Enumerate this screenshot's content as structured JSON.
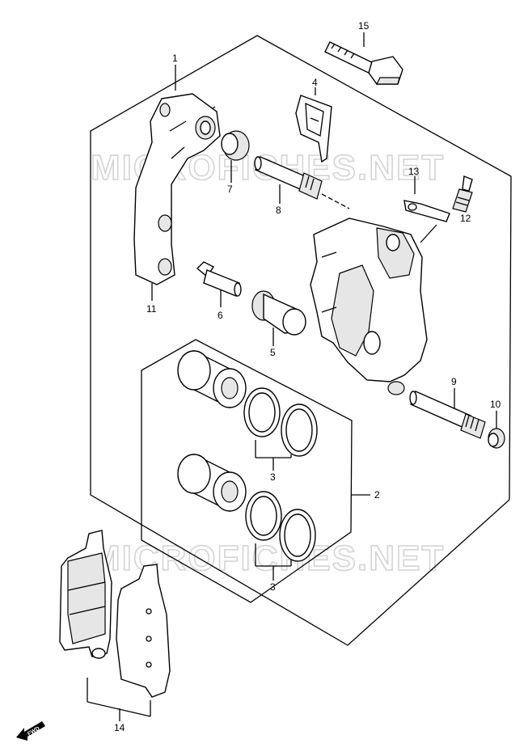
{
  "watermark": "MICROFICHES.NET",
  "fwd_label": "FWD",
  "callouts": [
    {
      "id": "c1",
      "text": "1"
    },
    {
      "id": "c2",
      "text": "2"
    },
    {
      "id": "c3a",
      "text": "3"
    },
    {
      "id": "c3b",
      "text": "3"
    },
    {
      "id": "c4",
      "text": "4"
    },
    {
      "id": "c5",
      "text": "5"
    },
    {
      "id": "c6",
      "text": "6"
    },
    {
      "id": "c7",
      "text": "7"
    },
    {
      "id": "c8",
      "text": "8"
    },
    {
      "id": "c9",
      "text": "9"
    },
    {
      "id": "c10",
      "text": "10"
    },
    {
      "id": "c11",
      "text": "11"
    },
    {
      "id": "c12",
      "text": "12"
    },
    {
      "id": "c13",
      "text": "13"
    },
    {
      "id": "c14",
      "text": "14"
    },
    {
      "id": "c15",
      "text": "15"
    }
  ]
}
